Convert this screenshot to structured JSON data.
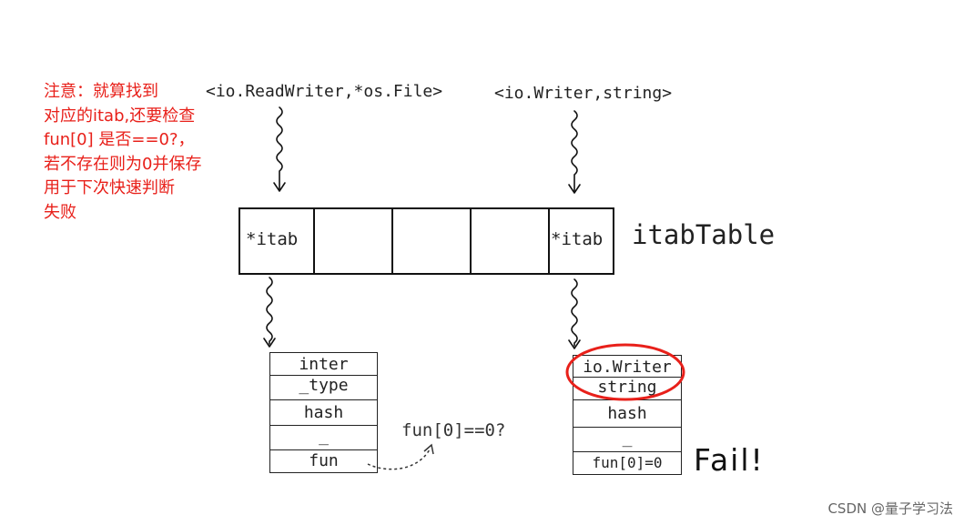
{
  "note": {
    "lines": [
      "注意：就算找到",
      "对应的itab,还要检查",
      "fun[0] 是否==0?，",
      "若不存在则为0并保存",
      "用于下次快速判断",
      "失败"
    ]
  },
  "top_labels": {
    "left": "<io.ReadWriter,*os.File>",
    "right": "<io.Writer,string>"
  },
  "itab_table": {
    "title": "itabTable",
    "cells": [
      "*itab",
      "",
      "",
      "",
      "*itab"
    ]
  },
  "left_itab": {
    "rows": [
      "inter",
      "_type",
      "hash",
      "_",
      "fun"
    ]
  },
  "right_itab": {
    "rows": [
      "io.Writer",
      "string",
      "hash",
      "_",
      "fun[0]=0"
    ]
  },
  "annotation": "fun[0]==0?",
  "fail_text": "Fail!",
  "credit": "CSDN @量子学习法",
  "colors": {
    "note": "#e8201a",
    "highlight_circle": "#e8201a",
    "line": "#111111"
  }
}
